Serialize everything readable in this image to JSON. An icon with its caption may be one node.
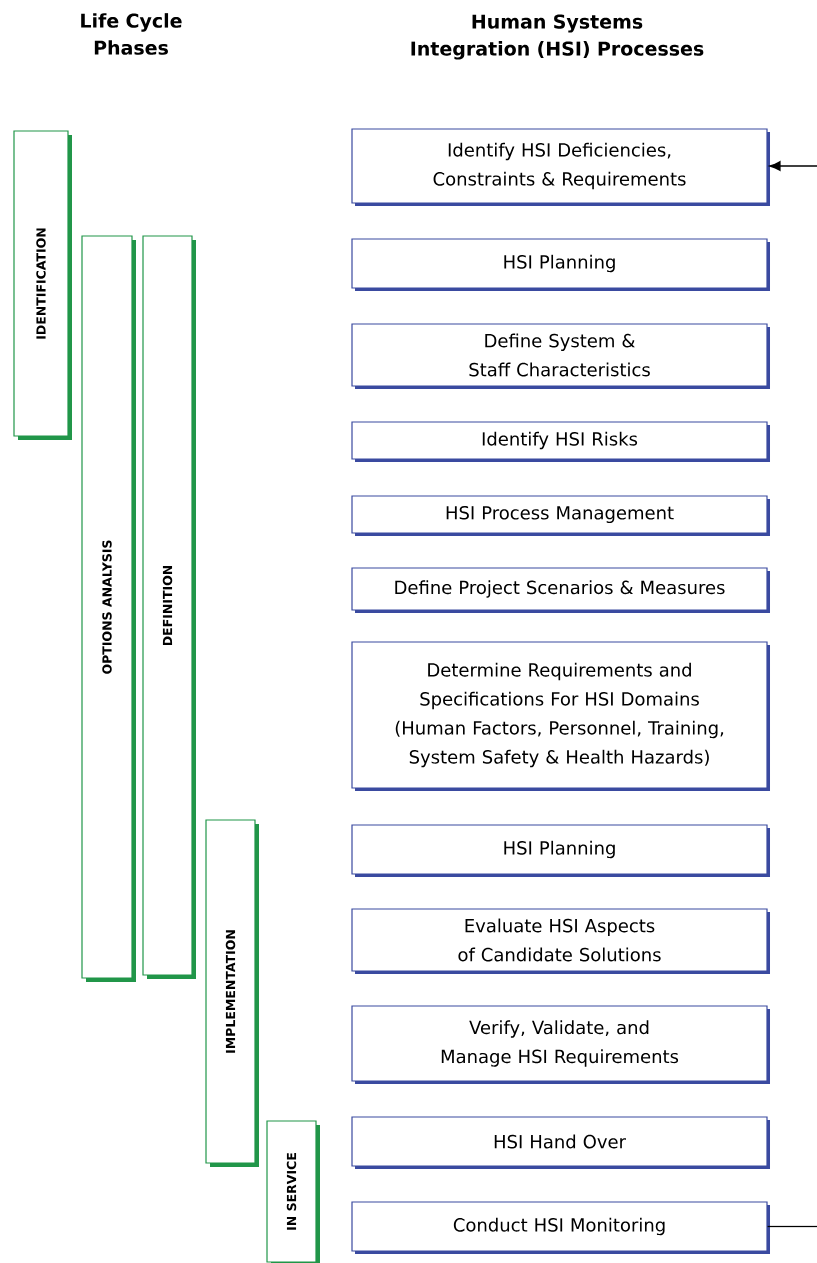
{
  "diagram": {
    "nodes": [
      {
        "text": [
          "IDENTIFICATION"
        ]
      },
      {
        "text": [
          "OPTIONS ANALYSIS"
        ]
      },
      {
        "text": [
          "DEFINITION"
        ]
      },
      {
        "text": [
          "IMPLEMENTATION"
        ]
      },
      {
        "text": [
          "IN SERVICE"
        ]
      },
      {
        "text": [
          "Identify HSI Deficiencies, Constraints & Requirements"
        ]
      },
      {
        "text": [
          "HSI Planning"
        ]
      },
      {
        "text": [
          "Define System & Staff Characteristics"
        ]
      },
      {
        "text": [
          "Identify HSI Risks"
        ]
      },
      {
        "text": [
          "HSI Process Management"
        ]
      },
      {
        "text": [
          "Define Project Scenarios & Measures"
        ]
      },
      {
        "text": [
          "Determine Requirements and Specifications For HSI Domains (Human Factors, Personnel, Training, System Safety & Health Hazards)"
        ]
      },
      {
        "text": [
          "HSI Planning"
        ]
      },
      {
        "text": [
          "Evaluate HSI Aspects of Candidate Solutions"
        ]
      },
      {
        "text": [
          "Verify, Validate, and Manage HSI Requirements"
        ]
      },
      {
        "text": [
          "HSI Hand Over"
        ]
      },
      {
        "text": [
          "Conduct HSI Monitoring"
        ]
      }
    ],
    "edges": [
      {
        "from": null,
        "to": 5,
        "arrow": "to"
      },
      {
        "from": 16,
        "to": null,
        "arrow": "none"
      }
    ],
    "labels": [
      "Life Cycle Phases",
      "Human Systems Integration (HSI) Processes"
    ]
  }
}
